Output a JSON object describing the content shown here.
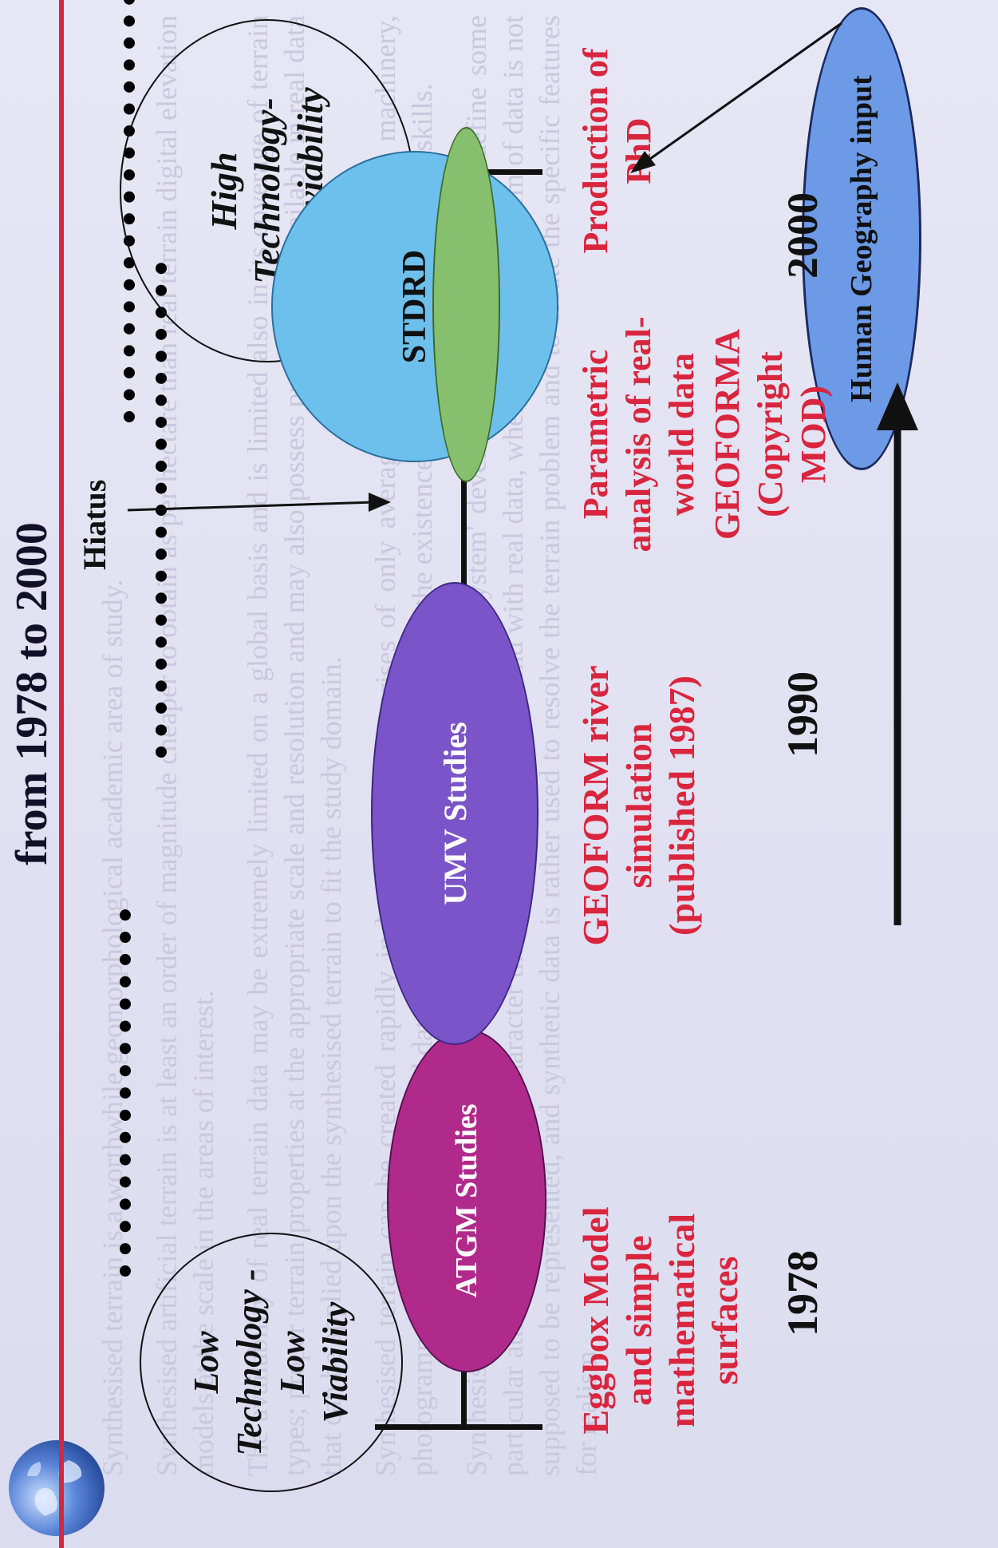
{
  "title": "from 1978 to 2000",
  "background_text": [
    "Synthesised terrain is a worthwhile geomorphological academic area of study.",
    "Synthesised artificial terrain is at least an order of magnitude cheaper to obtain as per hectare than real terrain digital elevation models at the scale in the areas of interest.",
    "The availability of real terrain data may be extremely limited on a global basis and is limited also in its coverage of terrain types; proper terrain properties at the appropriate scale and resolution and may also possess properties unavailable in real data that can be applied upon the synthesised terrain to fit the study domain.",
    "Synthesised terrain can be created rapidly in human terms comprises of only average-powered computational machinery, photogrammetry is not required and data is generated without relying upon the existence of real data and specialist skills.",
    "Synthesised terrain can be 'parameterised' to suit the parameters of the 'system' developer, which can in turn define some particular attributes of landscape character that might be difficult to find with real data, where reality in the form of data is not supposed to be represented, and synthetic data is rather used to resolve the terrain problem and to create the specific features for realism."
  ],
  "labels": {
    "low_tech": "Low Technology - Low Viability",
    "high_tech": "High Technology- High viability",
    "atgm": "ATGM Studies",
    "umv": "UMV Studies",
    "stdrd": "STDRD",
    "hiatus": "Hiatus",
    "human_geo": "Human Geography input",
    "eggbox": "Eggbox Model and simple mathematical surfaces",
    "geoform": "GEOFORM river simulation (published 1987)",
    "parametric": "Parametric analysis of real-world data",
    "geoforma": "GEOFORMA (Copyright MOD)",
    "phd": "Production of PhD"
  },
  "years": {
    "y1978": "1978",
    "y1990": "1990",
    "y2000": "2000"
  },
  "colors": {
    "accent_red": "#d4283e",
    "atgm": "#b02a8c",
    "umv": "#7a54c8",
    "stdrd": "#6ec0ec",
    "phd_green": "#86c06e",
    "human_geo": "#6c9ae6"
  },
  "icons": {
    "logo": "globe-icon"
  }
}
